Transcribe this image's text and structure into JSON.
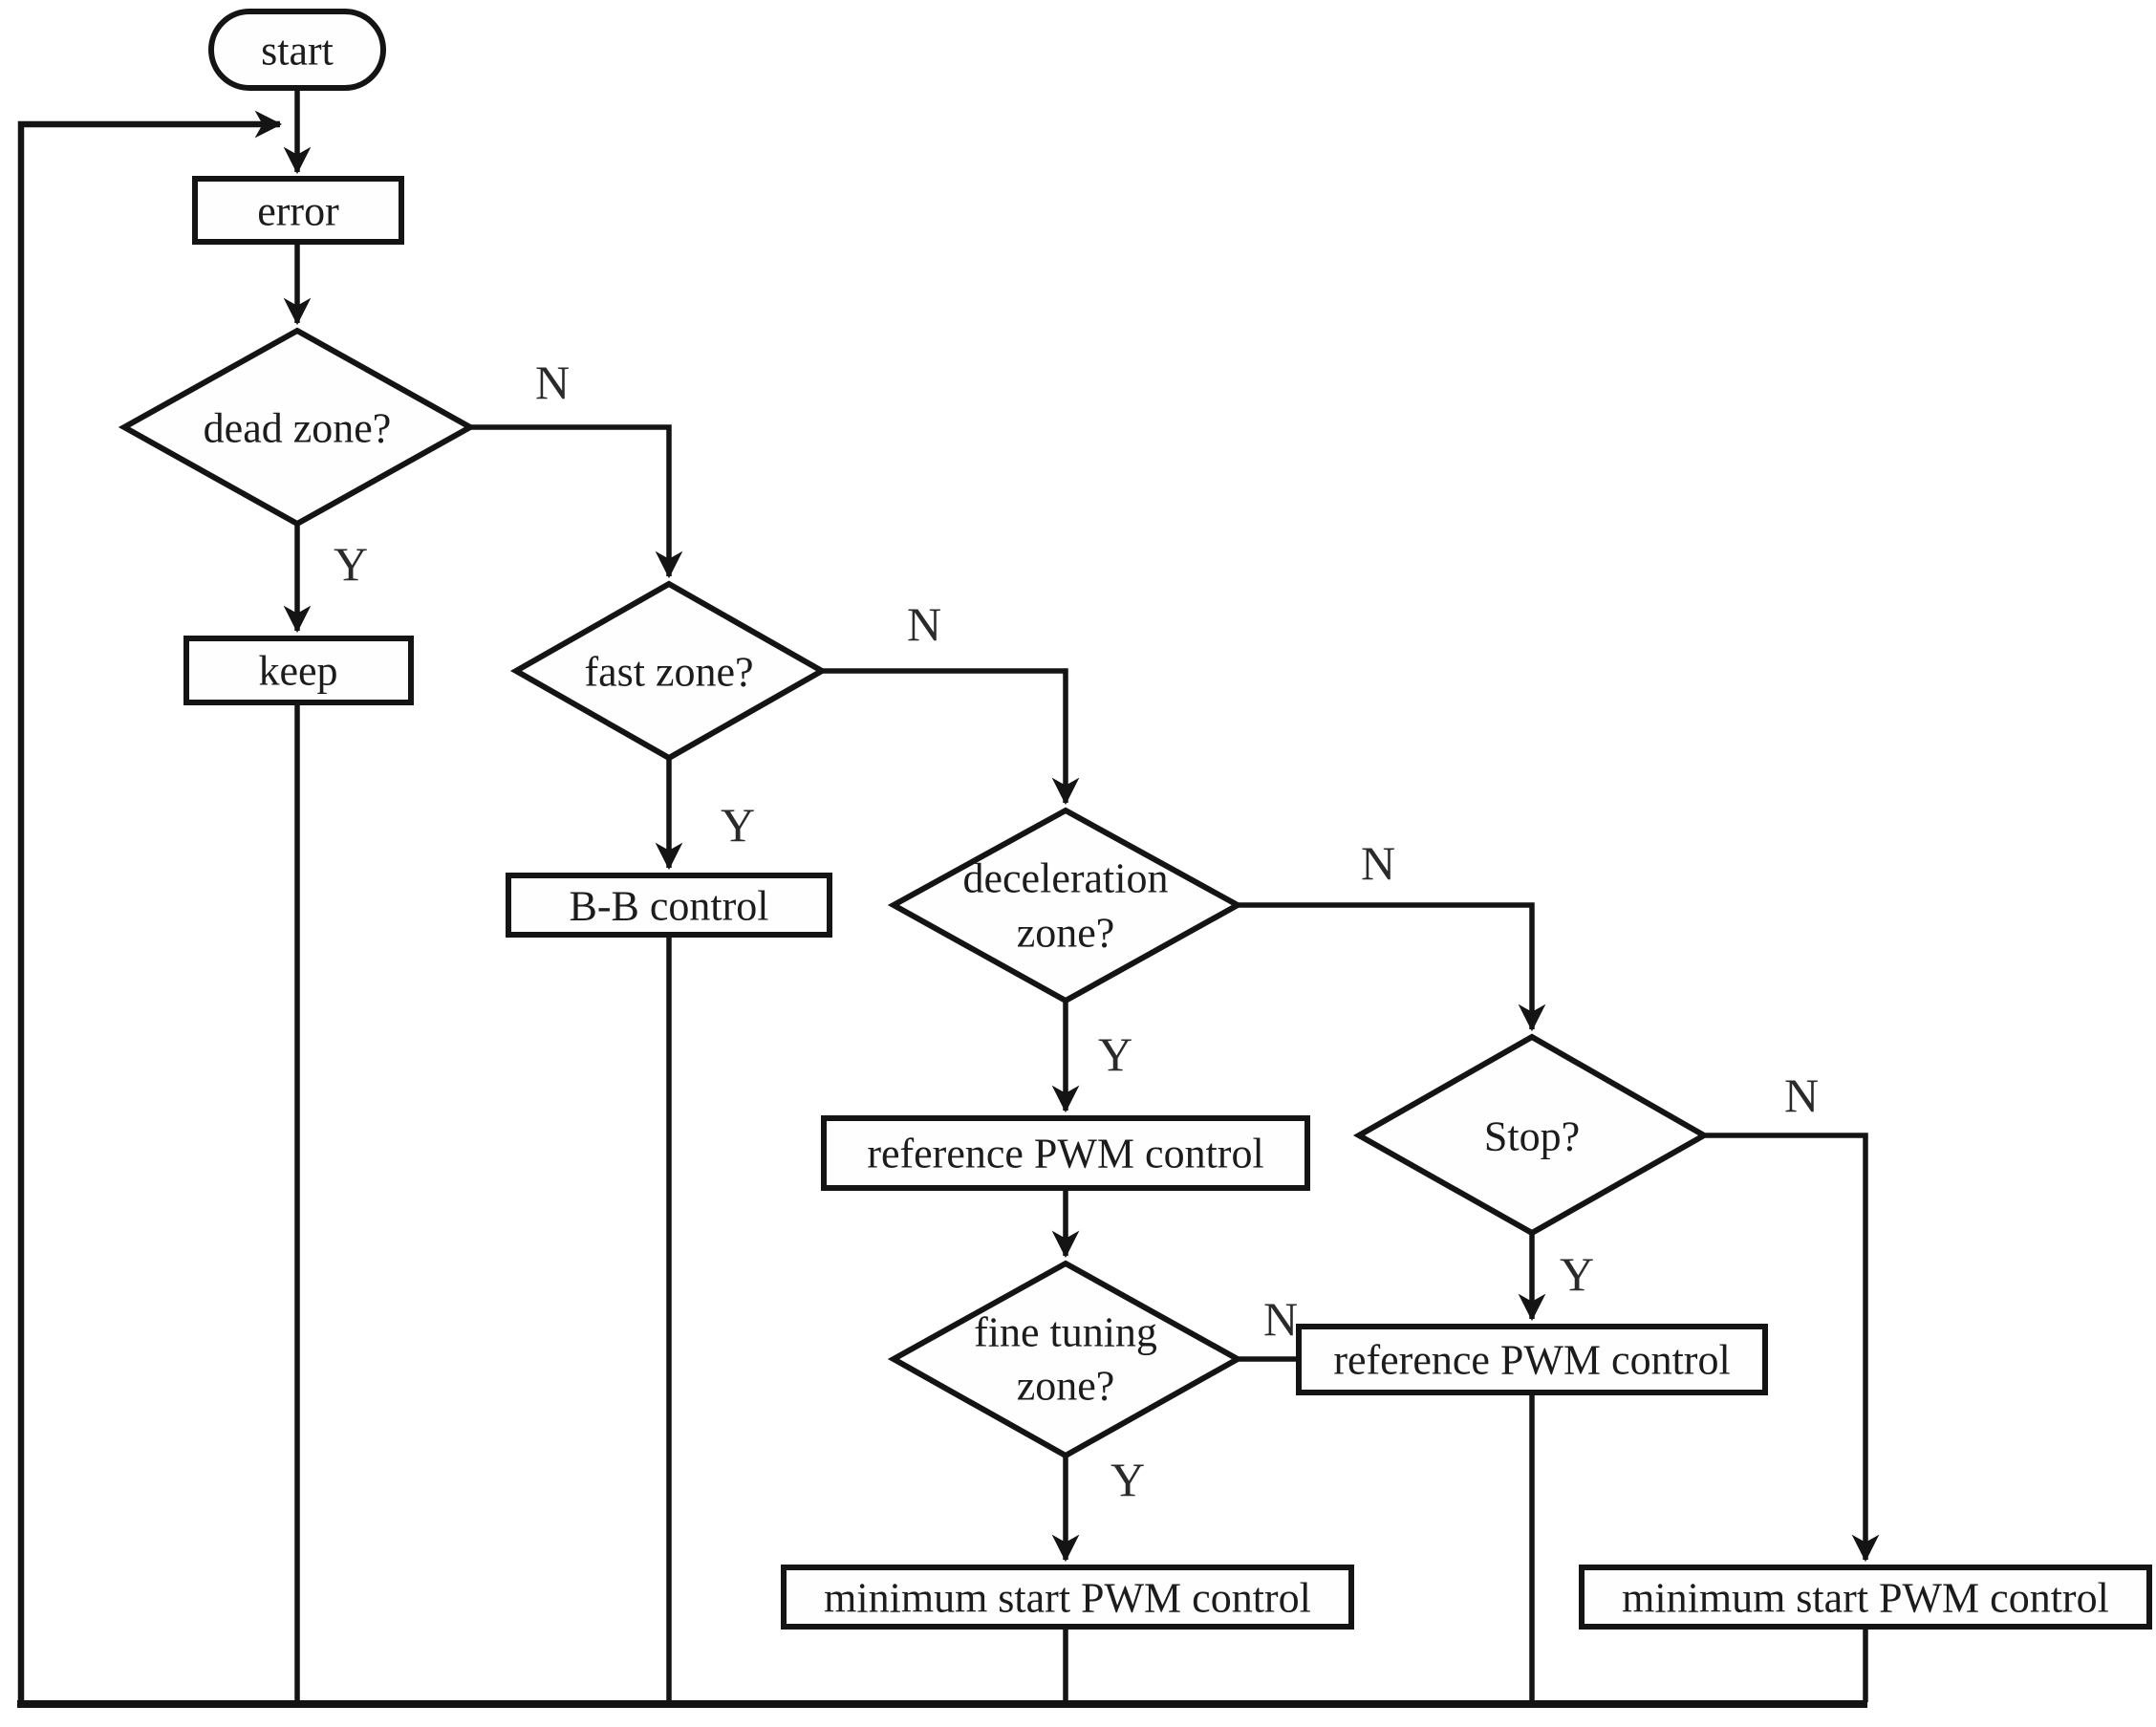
{
  "diagram": {
    "type": "flowchart",
    "background_color": "#ffffff",
    "line_color": "#141414",
    "text_color": "#1c1c1c",
    "branch_labels": {
      "yes": "Y",
      "no": "N"
    },
    "nodes": {
      "start": {
        "type": "terminator",
        "label": "start"
      },
      "error": {
        "type": "process",
        "label": "error"
      },
      "dead_zone": {
        "type": "decision",
        "lines": [
          "dead zone?"
        ]
      },
      "keep": {
        "type": "process",
        "label": "keep"
      },
      "fast_zone": {
        "type": "decision",
        "lines": [
          "fast zone?"
        ]
      },
      "bb_control": {
        "type": "process",
        "label": "B-B control"
      },
      "deceleration_zone": {
        "type": "decision",
        "lines": [
          "deceleration",
          "zone?"
        ]
      },
      "reference_pwm_1": {
        "type": "process",
        "label": "reference PWM control"
      },
      "fine_tuning_zone": {
        "type": "decision",
        "lines": [
          "fine tuning",
          "zone?"
        ]
      },
      "stop": {
        "type": "decision",
        "lines": [
          "Stop?"
        ]
      },
      "reference_pwm_2": {
        "type": "process",
        "label": "reference PWM control"
      },
      "min_start_pwm_left": {
        "type": "process",
        "label": "minimum start PWM control"
      },
      "min_start_pwm_right": {
        "type": "process",
        "label": "minimum start PWM control"
      }
    },
    "edges": [
      {
        "from": "start",
        "to": "error",
        "label": ""
      },
      {
        "from": "error",
        "to": "dead_zone",
        "label": ""
      },
      {
        "from": "dead_zone",
        "to": "keep",
        "label": "Y"
      },
      {
        "from": "dead_zone",
        "to": "fast_zone",
        "label": "N"
      },
      {
        "from": "fast_zone",
        "to": "bb_control",
        "label": "Y"
      },
      {
        "from": "fast_zone",
        "to": "deceleration_zone",
        "label": "N"
      },
      {
        "from": "deceleration_zone",
        "to": "reference_pwm_1",
        "label": "Y"
      },
      {
        "from": "deceleration_zone",
        "to": "stop",
        "label": "N"
      },
      {
        "from": "reference_pwm_1",
        "to": "fine_tuning_zone",
        "label": ""
      },
      {
        "from": "fine_tuning_zone",
        "to": "min_start_pwm_left",
        "label": "Y"
      },
      {
        "from": "fine_tuning_zone",
        "to": "reference_pwm_2",
        "label": "N"
      },
      {
        "from": "stop",
        "to": "reference_pwm_2",
        "label": "Y"
      },
      {
        "from": "stop",
        "to": "min_start_pwm_right",
        "label": "N"
      },
      {
        "from": "keep",
        "to": "feedback_bus",
        "label": ""
      },
      {
        "from": "bb_control",
        "to": "feedback_bus",
        "label": ""
      },
      {
        "from": "min_start_pwm_left",
        "to": "feedback_bus",
        "label": ""
      },
      {
        "from": "reference_pwm_2",
        "to": "feedback_bus",
        "label": ""
      },
      {
        "from": "min_start_pwm_right",
        "to": "feedback_bus",
        "label": ""
      },
      {
        "from": "feedback_bus",
        "to": "error",
        "label": ""
      }
    ]
  }
}
